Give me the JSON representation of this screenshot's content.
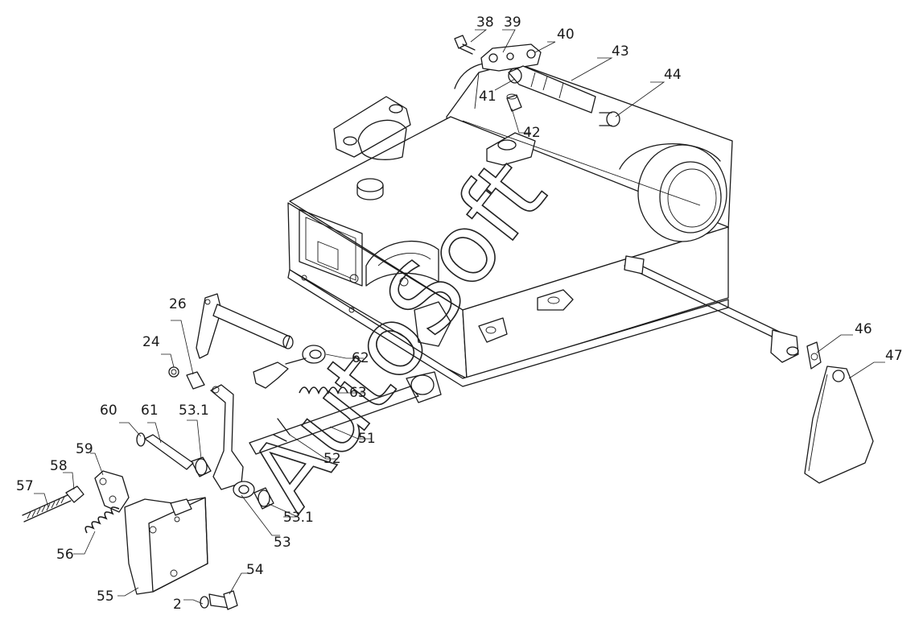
{
  "watermark": "AutoSoft",
  "callouts": [
    {
      "id": "c38",
      "label": "38"
    },
    {
      "id": "c39",
      "label": "39"
    },
    {
      "id": "c40",
      "label": "40"
    },
    {
      "id": "c41",
      "label": "41"
    },
    {
      "id": "c42",
      "label": "42"
    },
    {
      "id": "c43",
      "label": "43"
    },
    {
      "id": "c44",
      "label": "44"
    },
    {
      "id": "c46",
      "label": "46"
    },
    {
      "id": "c47",
      "label": "47"
    },
    {
      "id": "c26",
      "label": "26"
    },
    {
      "id": "c24",
      "label": "24"
    },
    {
      "id": "c62",
      "label": "62"
    },
    {
      "id": "c63",
      "label": "63"
    },
    {
      "id": "c51",
      "label": "51"
    },
    {
      "id": "c52",
      "label": "52"
    },
    {
      "id": "c60",
      "label": "60"
    },
    {
      "id": "c61",
      "label": "61"
    },
    {
      "id": "c53_1a",
      "label": "53.1"
    },
    {
      "id": "c53_1b",
      "label": "53.1"
    },
    {
      "id": "c53",
      "label": "53"
    },
    {
      "id": "c59",
      "label": "59"
    },
    {
      "id": "c58",
      "label": "58"
    },
    {
      "id": "c57",
      "label": "57"
    },
    {
      "id": "c56",
      "label": "56"
    },
    {
      "id": "c55",
      "label": "55"
    },
    {
      "id": "c54",
      "label": "54"
    },
    {
      "id": "c2",
      "label": "2"
    }
  ]
}
